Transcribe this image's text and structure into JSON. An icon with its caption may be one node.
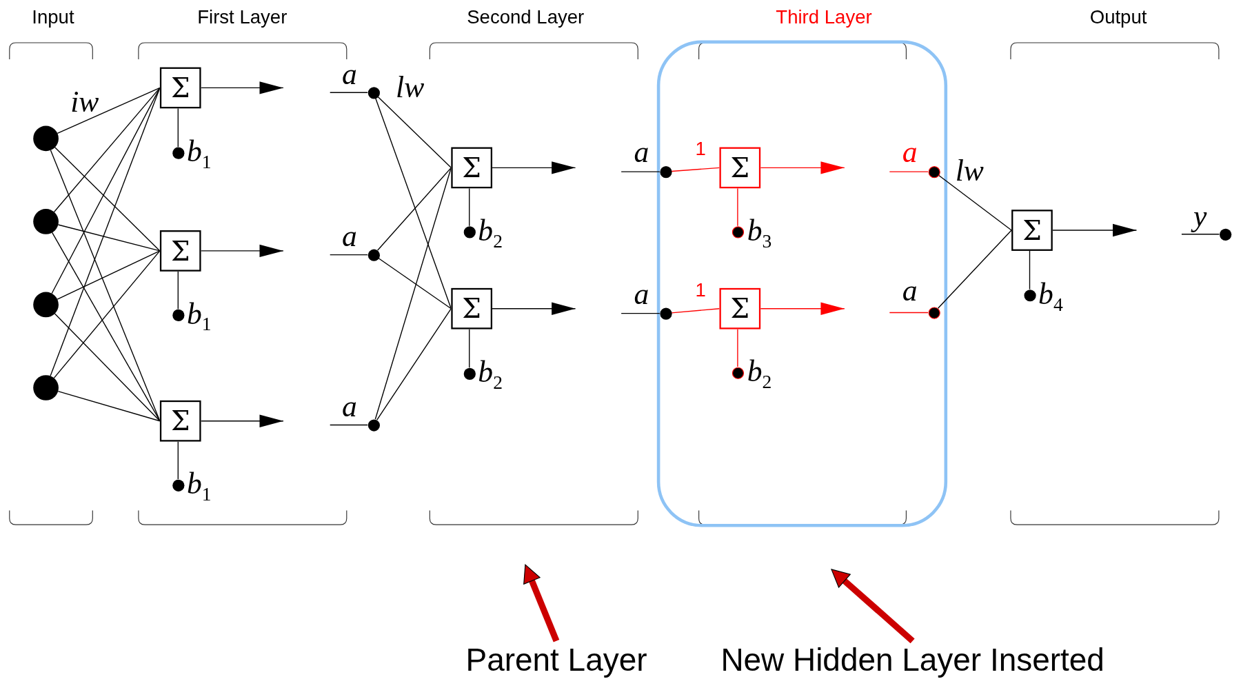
{
  "diagram": {
    "nodes": [
      {
        "text": [],
        "shape": "circle"
      },
      {
        "text": [],
        "shape": "circle"
      },
      {
        "text": [],
        "shape": "circle"
      },
      {
        "text": [],
        "shape": "circle"
      },
      {
        "text": [
          "Σ"
        ]
      },
      {
        "text": [
          "Σ"
        ]
      },
      {
        "text": [
          "Σ"
        ]
      },
      {
        "text": [],
        "shape": "circle",
        "beside": [
          "b$_{1}$"
        ]
      },
      {
        "text": [],
        "shape": "circle",
        "beside": [
          "b$_{1}$"
        ]
      },
      {
        "text": [],
        "shape": "circle",
        "beside": [
          "b$_{1}$"
        ]
      },
      {
        "text": [],
        "shape": "circle",
        "beside": [
          "a"
        ]
      },
      {
        "text": [],
        "shape": "circle",
        "beside": [
          "a"
        ]
      },
      {
        "text": [],
        "shape": "circle",
        "beside": [
          "a"
        ]
      },
      {
        "text": [
          "Σ"
        ]
      },
      {
        "text": [
          "Σ"
        ]
      },
      {
        "text": [],
        "shape": "circle",
        "beside": [
          "b$_{2}$"
        ]
      },
      {
        "text": [],
        "shape": "circle",
        "beside": [
          "b$_{2}$"
        ]
      },
      {
        "text": [],
        "shape": "circle",
        "beside": [
          "a"
        ]
      },
      {
        "text": [],
        "shape": "circle",
        "beside": [
          "a"
        ]
      },
      {
        "text": [
          "Σ"
        ]
      },
      {
        "text": [
          "Σ"
        ]
      },
      {
        "text": [],
        "shape": "circle",
        "beside": [
          "b$_{3}$"
        ]
      },
      {
        "text": [],
        "shape": "circle",
        "beside": [
          "b$_{2}$"
        ]
      },
      {
        "text": [],
        "shape": "circle",
        "beside": [
          "a"
        ]
      },
      {
        "text": [],
        "shape": "circle",
        "beside": [
          "a"
        ]
      },
      {
        "text": [
          "Σ"
        ]
      },
      {
        "text": [],
        "shape": "circle",
        "beside": [
          "b$_{4}$"
        ]
      },
      {
        "text": [],
        "shape": "circle",
        "beside": [
          "y"
        ]
      },
      {
        "text": [
          "Parent Layer"
        ]
      },
      {
        "text": [
          "New Hidden Layer Inserted"
        ]
      }
    ],
    "edges": [
      {
        "from": 0,
        "to": 4,
        "arrow": "none"
      },
      {
        "from": 0,
        "to": 5,
        "arrow": "none"
      },
      {
        "from": 0,
        "to": 6,
        "arrow": "none"
      },
      {
        "from": 1,
        "to": 4,
        "arrow": "none"
      },
      {
        "from": 1,
        "to": 5,
        "arrow": "none"
      },
      {
        "from": 1,
        "to": 6,
        "arrow": "none"
      },
      {
        "from": 2,
        "to": 4,
        "arrow": "none"
      },
      {
        "from": 2,
        "to": 5,
        "arrow": "none"
      },
      {
        "from": 2,
        "to": 6,
        "arrow": "none"
      },
      {
        "from": 3,
        "to": 4,
        "arrow": "none"
      },
      {
        "from": 3,
        "to": 5,
        "arrow": "none"
      },
      {
        "from": 3,
        "to": 6,
        "arrow": "none"
      },
      {
        "from": 7,
        "to": 4,
        "arrow": "none"
      },
      {
        "from": 8,
        "to": 5,
        "arrow": "none"
      },
      {
        "from": 9,
        "to": 6,
        "arrow": "none"
      },
      {
        "from": 4,
        "to": null,
        "arrow": "to"
      },
      {
        "from": 5,
        "to": null,
        "arrow": "to"
      },
      {
        "from": 6,
        "to": null,
        "arrow": "to"
      },
      {
        "from": null,
        "to": 10,
        "arrow": "none"
      },
      {
        "from": null,
        "to": 11,
        "arrow": "none"
      },
      {
        "from": null,
        "to": 12,
        "arrow": "none"
      },
      {
        "from": 10,
        "to": 13,
        "arrow": "none"
      },
      {
        "from": 10,
        "to": 14,
        "arrow": "none"
      },
      {
        "from": 11,
        "to": 13,
        "arrow": "none"
      },
      {
        "from": 11,
        "to": 14,
        "arrow": "none"
      },
      {
        "from": 12,
        "to": 13,
        "arrow": "none"
      },
      {
        "from": 12,
        "to": 14,
        "arrow": "none"
      },
      {
        "from": 15,
        "to": 13,
        "arrow": "none"
      },
      {
        "from": 16,
        "to": 14,
        "arrow": "none"
      },
      {
        "from": 13,
        "to": null,
        "arrow": "to"
      },
      {
        "from": 14,
        "to": null,
        "arrow": "to"
      },
      {
        "from": null,
        "to": 17,
        "arrow": "none"
      },
      {
        "from": null,
        "to": 18,
        "arrow": "none"
      },
      {
        "from": 17,
        "to": 19,
        "arrow": "none",
        "label": "1",
        "color": "#ff0000"
      },
      {
        "from": 18,
        "to": 20,
        "arrow": "none",
        "label": "1",
        "color": "#ff0000"
      },
      {
        "from": 21,
        "to": 19,
        "arrow": "none",
        "color": "#ff0000"
      },
      {
        "from": 22,
        "to": 20,
        "arrow": "none",
        "color": "#ff0000"
      },
      {
        "from": 19,
        "to": null,
        "arrow": "to",
        "color": "#ff0000"
      },
      {
        "from": 20,
        "to": null,
        "arrow": "to",
        "color": "#ff0000"
      },
      {
        "from": null,
        "to": 23,
        "arrow": "none",
        "color": "#ff0000"
      },
      {
        "from": null,
        "to": 24,
        "arrow": "none",
        "color": "#ff0000"
      },
      {
        "from": 23,
        "to": 25,
        "arrow": "none"
      },
      {
        "from": 24,
        "to": 25,
        "arrow": "none"
      },
      {
        "from": 26,
        "to": 25,
        "arrow": "none"
      },
      {
        "from": 25,
        "to": null,
        "arrow": "to"
      },
      {
        "from": null,
        "to": 27,
        "arrow": "none"
      },
      {
        "from": 28,
        "to": null,
        "arrow": "to",
        "style": "thick",
        "color": "#cc0000"
      },
      {
        "from": 29,
        "to": null,
        "arrow": "to",
        "style": "thick",
        "color": "#cc0000"
      }
    ],
    "labels": [
      "Input",
      "First Layer",
      "Second Layer",
      "Third Layer",
      "Output",
      "iw",
      "lw",
      "lw"
    ]
  }
}
